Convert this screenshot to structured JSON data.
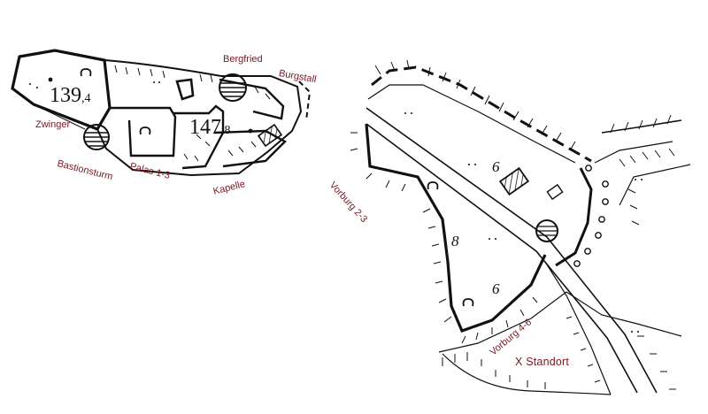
{
  "map": {
    "colors": {
      "label": "#7a1620",
      "ink": "#111111",
      "paper": "#ffffff"
    },
    "labels": {
      "bergfried": "Bergfried",
      "burgstall": "Burgstall",
      "zwinger": "Zwinger",
      "bastionsturm": "Bastionsturm",
      "palas": "Palas 1-3",
      "kapelle": "Kapelle",
      "vorburg_2_3": "Vorburg 2-3",
      "vorburg_4_6": "Vorburg 4-6",
      "standort": "X Standort"
    },
    "elevations": {
      "west_main": "139",
      "west_dec": ",4",
      "core_main": "147",
      "core_dec": ",8"
    },
    "numbers": {
      "n6_top": "6",
      "n8": "8",
      "n6_bottom": "6"
    }
  }
}
